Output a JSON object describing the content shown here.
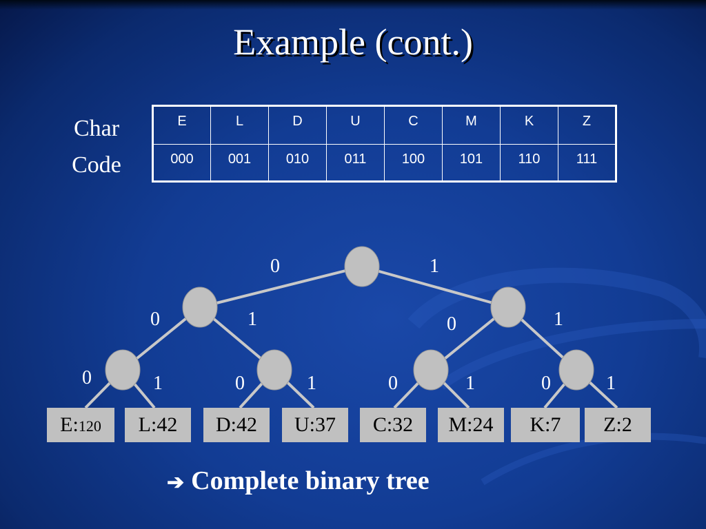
{
  "slide": {
    "title": "Example (cont.)",
    "row_labels": {
      "char": "Char",
      "code": "Code"
    },
    "table": {
      "chars": [
        "E",
        "L",
        "D",
        "U",
        "C",
        "M",
        "K",
        "Z"
      ],
      "codes": [
        "000",
        "001",
        "010",
        "011",
        "100",
        "101",
        "110",
        "111"
      ]
    },
    "tree": {
      "edge_labels": [
        "0",
        "1",
        "0",
        "1",
        "0",
        "1",
        "0",
        "1",
        "0",
        "1",
        "0",
        "1",
        "0",
        "1"
      ],
      "leaves": [
        {
          "char": "E:",
          "count": "120"
        },
        {
          "label": "L:42"
        },
        {
          "label": "D:42"
        },
        {
          "label": "U:37"
        },
        {
          "label": "C:32"
        },
        {
          "label": "M:24"
        },
        {
          "label": "K:7"
        },
        {
          "label": "Z:2"
        }
      ]
    },
    "conclusion": {
      "arrow_icon": "right-arrow-icon",
      "text": "Complete binary tree"
    },
    "colors": {
      "background": "#123c94",
      "node_fill": "#c0c0c0",
      "edge": "#c8c8c8",
      "text": "#ffffff"
    }
  }
}
